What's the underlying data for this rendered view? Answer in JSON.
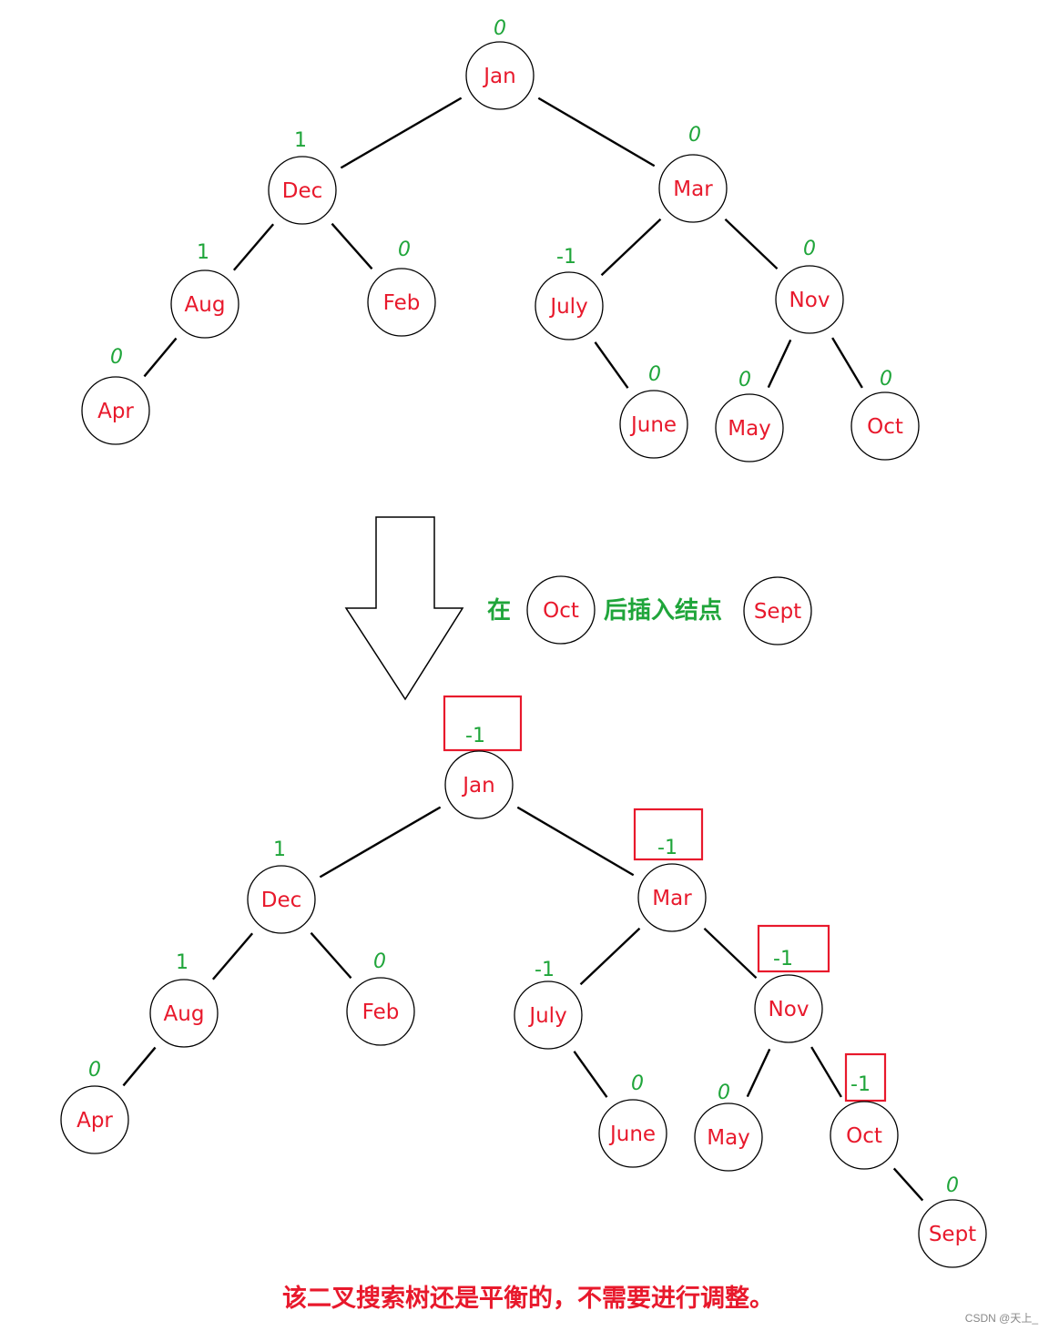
{
  "colors": {
    "node_text": "#e8192c",
    "balance_factor": "#1fa53a",
    "highlight_box": "#e8192c",
    "edge": "#000000"
  },
  "tree_before": {
    "nodes": [
      {
        "id": "jan",
        "label": "Jan",
        "bf": "0"
      },
      {
        "id": "dec",
        "label": "Dec",
        "bf": "1"
      },
      {
        "id": "mar",
        "label": "Mar",
        "bf": "0"
      },
      {
        "id": "aug",
        "label": "Aug",
        "bf": "1"
      },
      {
        "id": "feb",
        "label": "Feb",
        "bf": "0"
      },
      {
        "id": "july",
        "label": "July",
        "bf": "-1"
      },
      {
        "id": "nov",
        "label": "Nov",
        "bf": "0"
      },
      {
        "id": "apr",
        "label": "Apr",
        "bf": "0"
      },
      {
        "id": "june",
        "label": "June",
        "bf": "0"
      },
      {
        "id": "may",
        "label": "May",
        "bf": "0"
      },
      {
        "id": "oct",
        "label": "Oct",
        "bf": "0"
      }
    ],
    "edges": [
      [
        "jan",
        "dec"
      ],
      [
        "jan",
        "mar"
      ],
      [
        "dec",
        "aug"
      ],
      [
        "dec",
        "feb"
      ],
      [
        "aug",
        "apr"
      ],
      [
        "mar",
        "july"
      ],
      [
        "mar",
        "nov"
      ],
      [
        "july",
        "june"
      ],
      [
        "nov",
        "may"
      ],
      [
        "nov",
        "oct"
      ]
    ]
  },
  "transition": {
    "arrow": "down-arrow",
    "text_in": "在",
    "anchor_node": "Oct",
    "text_insert": "后插入结点",
    "new_node": "Sept"
  },
  "tree_after": {
    "nodes": [
      {
        "id": "jan",
        "label": "Jan",
        "bf": "-1",
        "highlighted": true
      },
      {
        "id": "dec",
        "label": "Dec",
        "bf": "1",
        "highlighted": false
      },
      {
        "id": "mar",
        "label": "Mar",
        "bf": "-1",
        "highlighted": true
      },
      {
        "id": "aug",
        "label": "Aug",
        "bf": "1",
        "highlighted": false
      },
      {
        "id": "feb",
        "label": "Feb",
        "bf": "0",
        "highlighted": false
      },
      {
        "id": "july",
        "label": "July",
        "bf": "-1",
        "highlighted": false
      },
      {
        "id": "nov",
        "label": "Nov",
        "bf": "-1",
        "highlighted": true
      },
      {
        "id": "apr",
        "label": "Apr",
        "bf": "0",
        "highlighted": false
      },
      {
        "id": "june",
        "label": "June",
        "bf": "0",
        "highlighted": false
      },
      {
        "id": "may",
        "label": "May",
        "bf": "0",
        "highlighted": false
      },
      {
        "id": "oct",
        "label": "Oct",
        "bf": "-1",
        "highlighted": true
      },
      {
        "id": "sept",
        "label": "Sept",
        "bf": "0",
        "highlighted": false
      }
    ],
    "edges": [
      [
        "jan",
        "dec"
      ],
      [
        "jan",
        "mar"
      ],
      [
        "dec",
        "aug"
      ],
      [
        "dec",
        "feb"
      ],
      [
        "aug",
        "apr"
      ],
      [
        "mar",
        "july"
      ],
      [
        "mar",
        "nov"
      ],
      [
        "july",
        "june"
      ],
      [
        "nov",
        "may"
      ],
      [
        "nov",
        "oct"
      ],
      [
        "oct",
        "sept"
      ]
    ]
  },
  "caption": "该二叉搜索树还是平衡的，不需要进行调整。",
  "watermark": "CSDN @天上_"
}
